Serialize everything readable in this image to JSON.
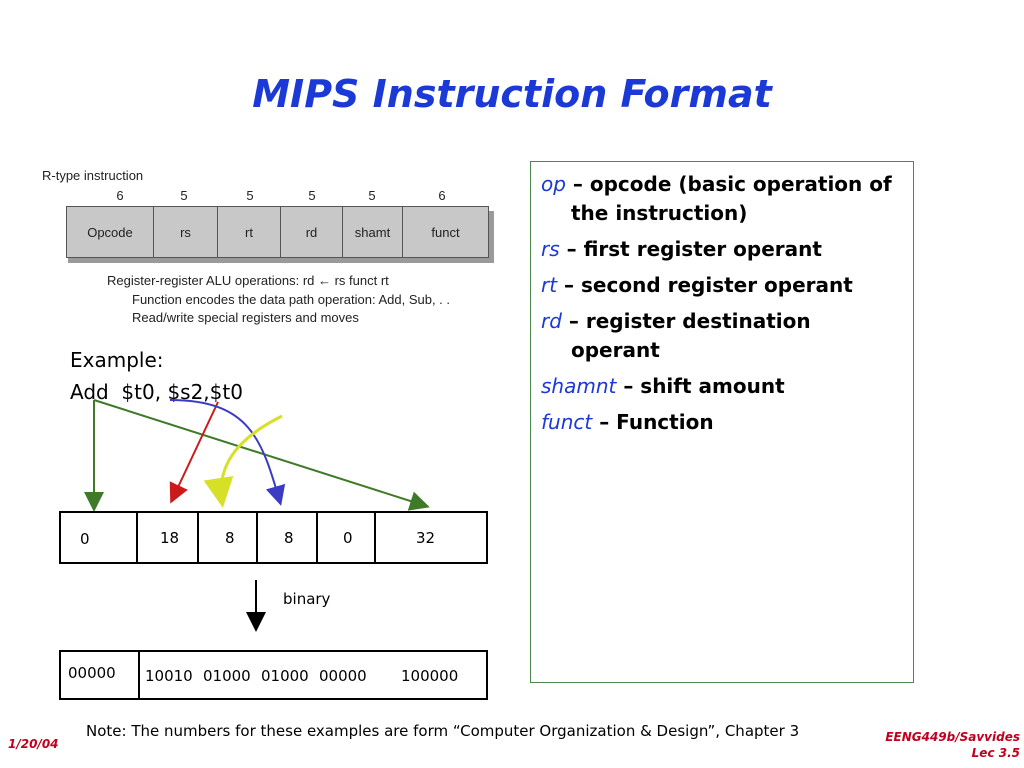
{
  "title": "MIPS Instruction Format",
  "figure": {
    "caption": "R-type instruction",
    "fields": [
      {
        "bits": "6",
        "name": "Opcode"
      },
      {
        "bits": "5",
        "name": "rs"
      },
      {
        "bits": "5",
        "name": "rt"
      },
      {
        "bits": "5",
        "name": "rd"
      },
      {
        "bits": "5",
        "name": "shamt"
      },
      {
        "bits": "6",
        "name": "funct"
      }
    ],
    "lines": [
      "Register-register ALU operations:  rd ← rs funct rt",
      "Function encodes the data path operation:  Add, Sub, . .",
      "Read/write special registers and moves"
    ]
  },
  "example": {
    "label": "Example:",
    "instruction": "Add  $t0, $s2,$t0",
    "decimal": [
      "0",
      "18",
      "8",
      "8",
      "0",
      "32"
    ],
    "arrow_label": "binary",
    "binary": [
      "00000",
      "10010",
      "01000",
      "01000",
      "00000",
      "100000"
    ],
    "arrow_colors": {
      "op": "#3f7a28",
      "rs": "#cc1a1a",
      "rt": "#d6e026",
      "rd": "#3b3bc4",
      "funct": "#3f7a28"
    }
  },
  "definitions": [
    {
      "term": "op",
      "desc": "– opcode (basic operation of the instruction)"
    },
    {
      "term": "rs",
      "desc": "– first register operant"
    },
    {
      "term": "rt",
      "desc": "– second register operant"
    },
    {
      "term": "rd",
      "desc": "– register destination operant"
    },
    {
      "term": "shamnt",
      "desc": "– shift amount"
    },
    {
      "term": "funct",
      "desc": "– Function"
    }
  ],
  "note": "Note: The numbers for these examples are form “Computer Organization & Design”, Chapter 3",
  "footer": {
    "date": "1/20/04",
    "course": "EENG449b/Savvides",
    "lecture": "Lec 3.5"
  },
  "colors": {
    "title": "#1a39d6",
    "footer": "#c0001e",
    "box_border": "#4a8a4a"
  }
}
